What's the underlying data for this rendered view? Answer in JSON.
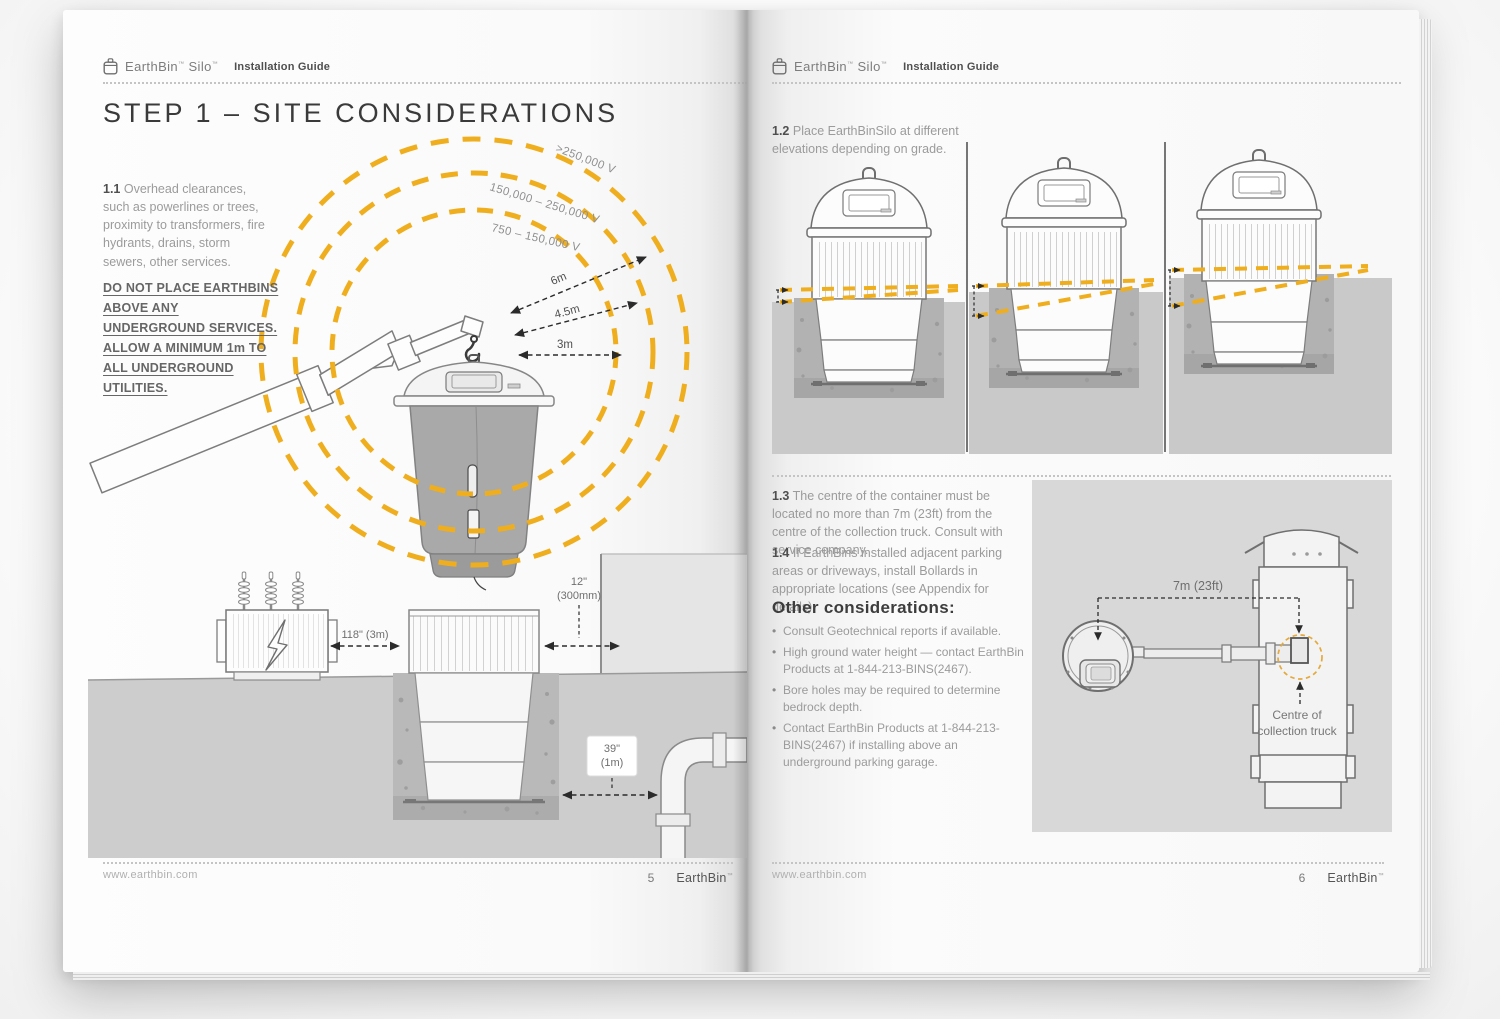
{
  "colors": {
    "accent_orange": "#EFAE1E",
    "dim_line": "#2b2b2b"
  },
  "left": {
    "header": {
      "brand": "EarthBin",
      "brand_tm": "™",
      "product": "Silo",
      "product_tm": "™",
      "doc": "Installation Guide"
    },
    "title": "STEP 1 – SITE CONSIDERATIONS",
    "s11_num": "1.1",
    "s11": "Overhead clearances, such as powerlines or trees, proximity to transformers, fire hydrants, drains, storm sewers, other services.",
    "warning1": "DO NOT PLACE EARTHBINS ABOVE ANY UNDERGROUND SERVICES.",
    "warning2": "ALLOW A MINIMUM 1m TO ALL UNDERGROUND UTILITIES.",
    "rings": [
      ">250,000 V",
      "150,000 – 250,000 V",
      "750 – 150,000 V"
    ],
    "clearances": [
      "6m",
      "4.5m",
      "3m"
    ],
    "dim_transformer": "118\" (3m)",
    "dim_wall_a": "12\"",
    "dim_wall_b": "(300mm)",
    "dim_pipe_a": "39\"",
    "dim_pipe_b": "(1m)",
    "footer": {
      "url": "www.earthbin.com",
      "page": "5",
      "brand": "EarthBin",
      "tm": "™"
    }
  },
  "right": {
    "header": {
      "brand": "EarthBin",
      "brand_tm": "™",
      "product": "Silo",
      "product_tm": "™",
      "doc": "Installation Guide"
    },
    "s12_num": "1.2",
    "s12": "Place EarthBinSilo at different elevations depending on grade.",
    "s13_num": "1.3",
    "s13": "The centre of the container must be located no more than 7m (23ft) from the centre of the collection truck. Consult with service company.",
    "s14_num": "1.4",
    "s14": "If EarthBins installed adjacent parking areas or driveways, install Bollards in appropriate locations (see Appendix for details).",
    "other_heading": "Other considerations:",
    "bullets": [
      "Consult Geotechnical reports if available.",
      "High ground water height — contact EarthBin Products at 1-844-213-BINS(2467).",
      "Bore holes may be required to determine bedrock depth.",
      "Contact EarthBin Products at 1-844-213-BINS(2467) if installing above an underground parking garage."
    ],
    "truck_dim": "7m (23ft)",
    "truck_center_label": "Centre of collection truck",
    "footer": {
      "url": "www.earthbin.com",
      "page": "6",
      "brand": "EarthBin",
      "tm": "™"
    }
  }
}
